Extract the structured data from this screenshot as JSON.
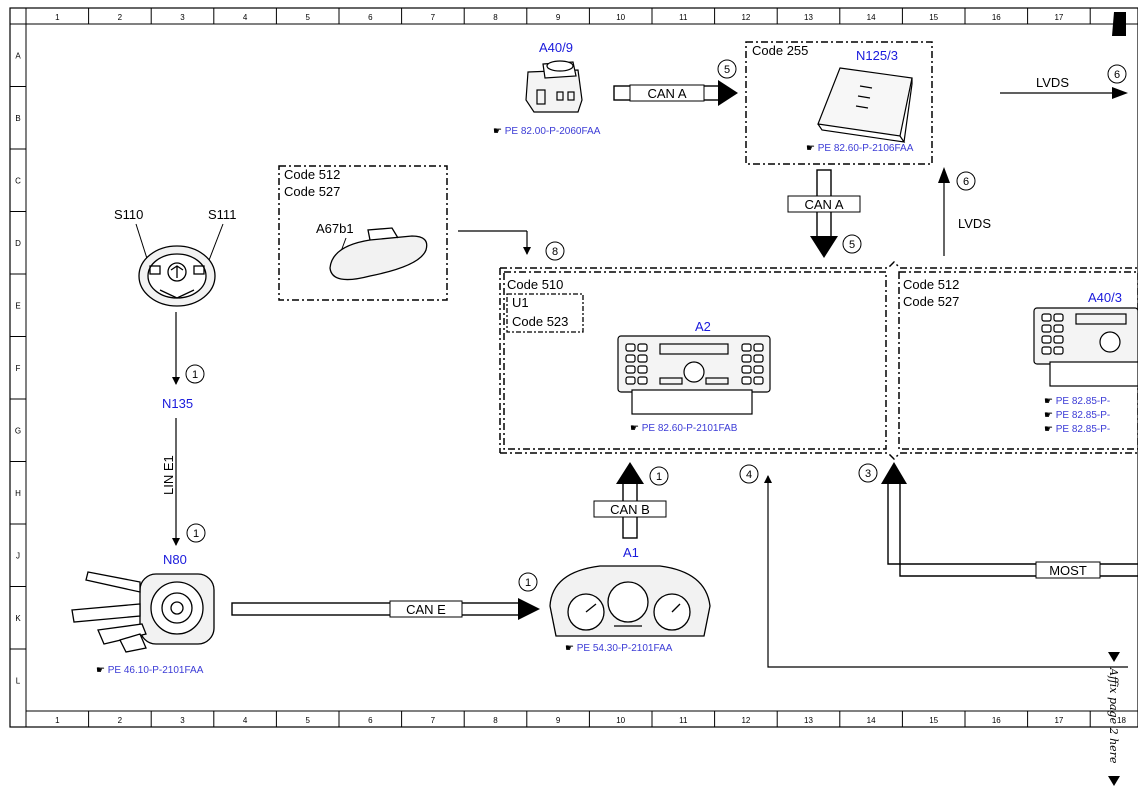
{
  "grid": {
    "columns": [
      "1",
      "2",
      "3",
      "4",
      "5",
      "6",
      "7",
      "8",
      "9",
      "10",
      "11",
      "12",
      "13",
      "14",
      "15",
      "16",
      "17",
      "18"
    ],
    "rows": [
      "A",
      "B",
      "C",
      "D",
      "E",
      "F",
      "G",
      "H",
      "J",
      "K",
      "L"
    ]
  },
  "boxes": {
    "code255": "Code 255",
    "code512a": "Code 512",
    "code527a": "Code 527",
    "code510": "Code 510",
    "u1": "U1",
    "code523": "Code 523",
    "code512b": "Code 512",
    "code527b": "Code 527"
  },
  "components": {
    "a40_9": "A40/9",
    "n125_3": "N125/3",
    "s110": "S110",
    "s111": "S111",
    "a67b1": "A67b1",
    "n135": "N135",
    "a2": "A2",
    "a40_3": "A40/3",
    "n80": "N80",
    "a1": "A1"
  },
  "refs": {
    "a40_9": "PE 82.00-P-2060FAA",
    "n125_3": "PE 82.60-P-2106FAA",
    "a2": "PE 82.60-P-2101FAB",
    "a40_3_1": "PE 82.85-P-",
    "a40_3_2": "PE 82.85-P-",
    "a40_3_3": "PE 82.85-P-",
    "n80": "PE 46.10-P-2101FAA",
    "a1": "PE 54.30-P-2101FAA"
  },
  "buses": {
    "can_a_top": "CAN A",
    "lvds_top": "LVDS",
    "can_a_mid": "CAN A",
    "lvds_mid": "LVDS",
    "lin_e1": "LIN E1",
    "can_b": "CAN B",
    "can_e": "CAN E",
    "most": "MOST"
  },
  "markers": {
    "m5a": "5",
    "m6a": "6",
    "m6b": "6",
    "m5b": "5",
    "m8": "8",
    "m1a": "1",
    "m1b": "1",
    "m1c": "1",
    "m1d": "1",
    "m4": "4",
    "m3": "3"
  },
  "affix_note": "Affix page 2 here"
}
